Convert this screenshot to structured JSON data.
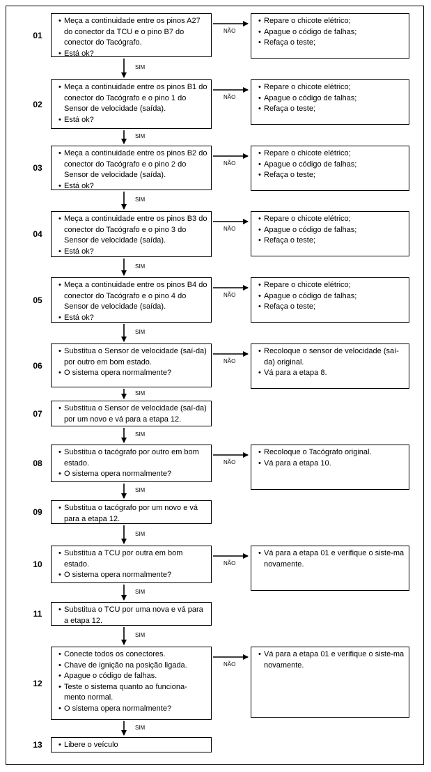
{
  "labels": {
    "no": "NÃO",
    "yes": "SIM"
  },
  "steps": [
    {
      "num": "01",
      "main": [
        "Meça a continuidade entre os pinos A27 do conector da TCU e o pino B7 do conector do Tacógrafo.",
        "Está ok?"
      ],
      "side": [
        "Repare o chicote elétrico;",
        "Apague o código de falhas;",
        "Refaça o teste;"
      ]
    },
    {
      "num": "02",
      "main": [
        "Meça a continuidade entre os pinos B1 do conector do Tacógrafo e o pino 1 do Sensor de velocidade (saída).",
        "Está ok?"
      ],
      "side": [
        "Repare o chicote elétrico;",
        "Apague o código de falhas;",
        "Refaça o teste;"
      ]
    },
    {
      "num": "03",
      "main": [
        "Meça a continuidade entre os pinos B2 do conector do Tacógrafo e o pino 2 do Sensor de velocidade (saída).",
        "Está ok?"
      ],
      "side": [
        "Repare o chicote elétrico;",
        "Apague o código de falhas;",
        "Refaça o teste;"
      ]
    },
    {
      "num": "04",
      "main": [
        "Meça a continuidade entre os pinos B3 do conector do Tacógrafo e o pino 3 do Sensor de velocidade (saída).",
        "Está ok?"
      ],
      "side": [
        "Repare o chicote elétrico;",
        "Apague o código de falhas;",
        "Refaça o teste;"
      ]
    },
    {
      "num": "05",
      "main": [
        "Meça a continuidade entre os pinos B4 do conector do Tacógrafo e o pino 4 do Sensor de velocidade (saída).",
        "Está ok?"
      ],
      "side": [
        "Repare o chicote elétrico;",
        "Apague o código de falhas;",
        "Refaça o teste;"
      ]
    },
    {
      "num": "06",
      "main": [
        "Substitua o Sensor de velocidade (saí-da) por outro em bom estado.",
        "O sistema opera normalmente?"
      ],
      "side": [
        "Recoloque o sensor de velocidade (saí-da) original.",
        "Vá para a etapa 8."
      ]
    },
    {
      "num": "07",
      "main": [
        "Substitua o Sensor de velocidade (saí-da) por um novo e vá para a etapa 12."
      ],
      "side": []
    },
    {
      "num": "08",
      "main": [
        "Substitua o tacógrafo por outro em bom estado.",
        "O sistema opera normalmente?"
      ],
      "side": [
        "Recoloque o Tacógrafo original.",
        "Vá para a etapa 10."
      ]
    },
    {
      "num": "09",
      "main": [
        "Substitua o tacógrafo por um novo e vá para a etapa 12."
      ],
      "side": []
    },
    {
      "num": "10",
      "main": [
        "Substitua a TCU por outra em bom estado.",
        "O sistema opera normalmente?"
      ],
      "side": [
        "Vá para a etapa 01 e verifique o siste-ma novamente."
      ]
    },
    {
      "num": "11",
      "main": [
        "Substitua o TCU por uma nova e vá para a etapa 12."
      ],
      "side": []
    },
    {
      "num": "12",
      "main": [
        "Conecte todos os conectores.",
        "Chave de ignição na posição ligada.",
        "Apague o código de falhas.",
        "Teste o sistema quanto ao funciona-mento normal.",
        "O sistema opera normalmente?"
      ],
      "side": [
        "Vá para a etapa 01 e verifique o siste-ma novamente."
      ]
    },
    {
      "num": "13",
      "main": [
        "Libere o veículo"
      ],
      "side": []
    }
  ]
}
